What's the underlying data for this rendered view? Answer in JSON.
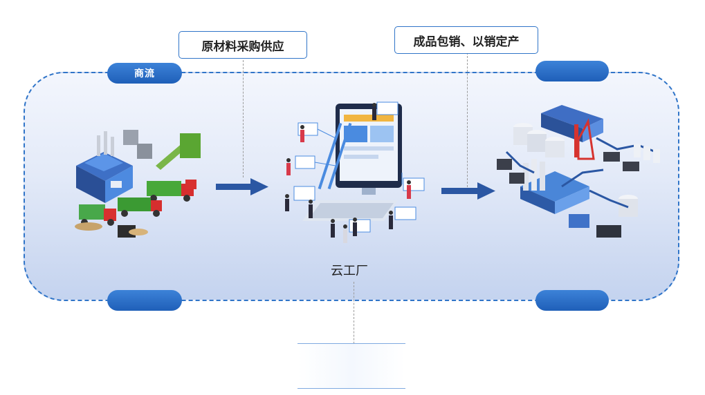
{
  "labels": {
    "top_left": "原材料采购供应",
    "top_right": "成品包销、以销定产",
    "pill_top_left": "商流",
    "center_caption": "云工厂"
  },
  "colors": {
    "accent": "#2f74c8",
    "arrow": "#2b57a3",
    "pill": "#1f5fb8"
  },
  "icons": [
    "factory-recycling-icon",
    "cloud-computer-icon",
    "industrial-plant-icon"
  ]
}
